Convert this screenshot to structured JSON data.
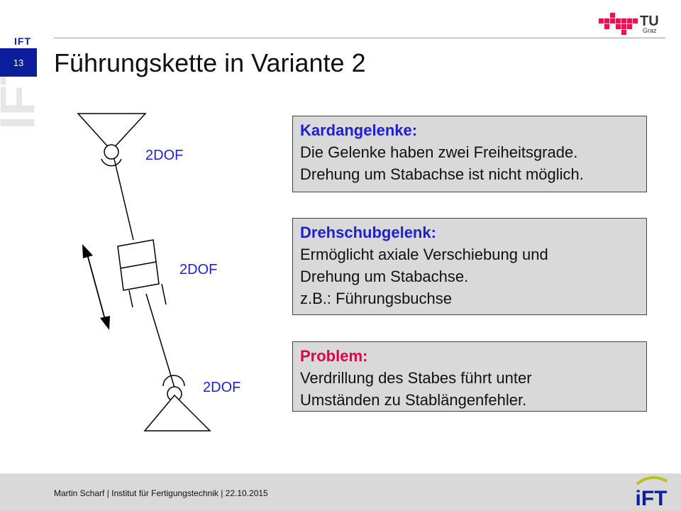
{
  "header": {
    "slide_number": "13",
    "brand_small": "IFT",
    "watermark": "IFT",
    "logo_text_main": "TU",
    "logo_text_sub": "Graz"
  },
  "title": "Führungskette in Variante 2",
  "diagram": {
    "dof_top": "2DOF",
    "dof_middle": "2DOF",
    "dof_bottom": "2DOF"
  },
  "boxes": {
    "kardan": {
      "heading": "Kardangelenke:",
      "heading_color": "#1f1fd0",
      "lines": [
        "Die Gelenke haben zwei Freiheitsgrade.",
        "Drehung um Stabachse ist nicht möglich."
      ]
    },
    "drehschub": {
      "heading": "Drehschubgelenk:",
      "heading_color": "#1f1fd0",
      "lines": [
        "Ermöglicht axiale Verschiebung und",
        "Drehung um Stabachse.",
        "z.B.: Führungsbuchse"
      ]
    },
    "problem": {
      "heading": "Problem:",
      "heading_color": "#e0004d",
      "lines": [
        "Verdrillung des Stabes führt unter",
        "Umständen zu Stablängenfehler."
      ]
    }
  },
  "footer": {
    "text": "Martin Scharf | Institut für Fertigungstechnik | 22.10.2015",
    "logo_text": "iFT"
  },
  "colors": {
    "brand_blue": "#0b1e9c",
    "tu_red": "#e4154b",
    "footer_bg": "#d9d9d9",
    "box_bg": "#d9d9d9"
  }
}
